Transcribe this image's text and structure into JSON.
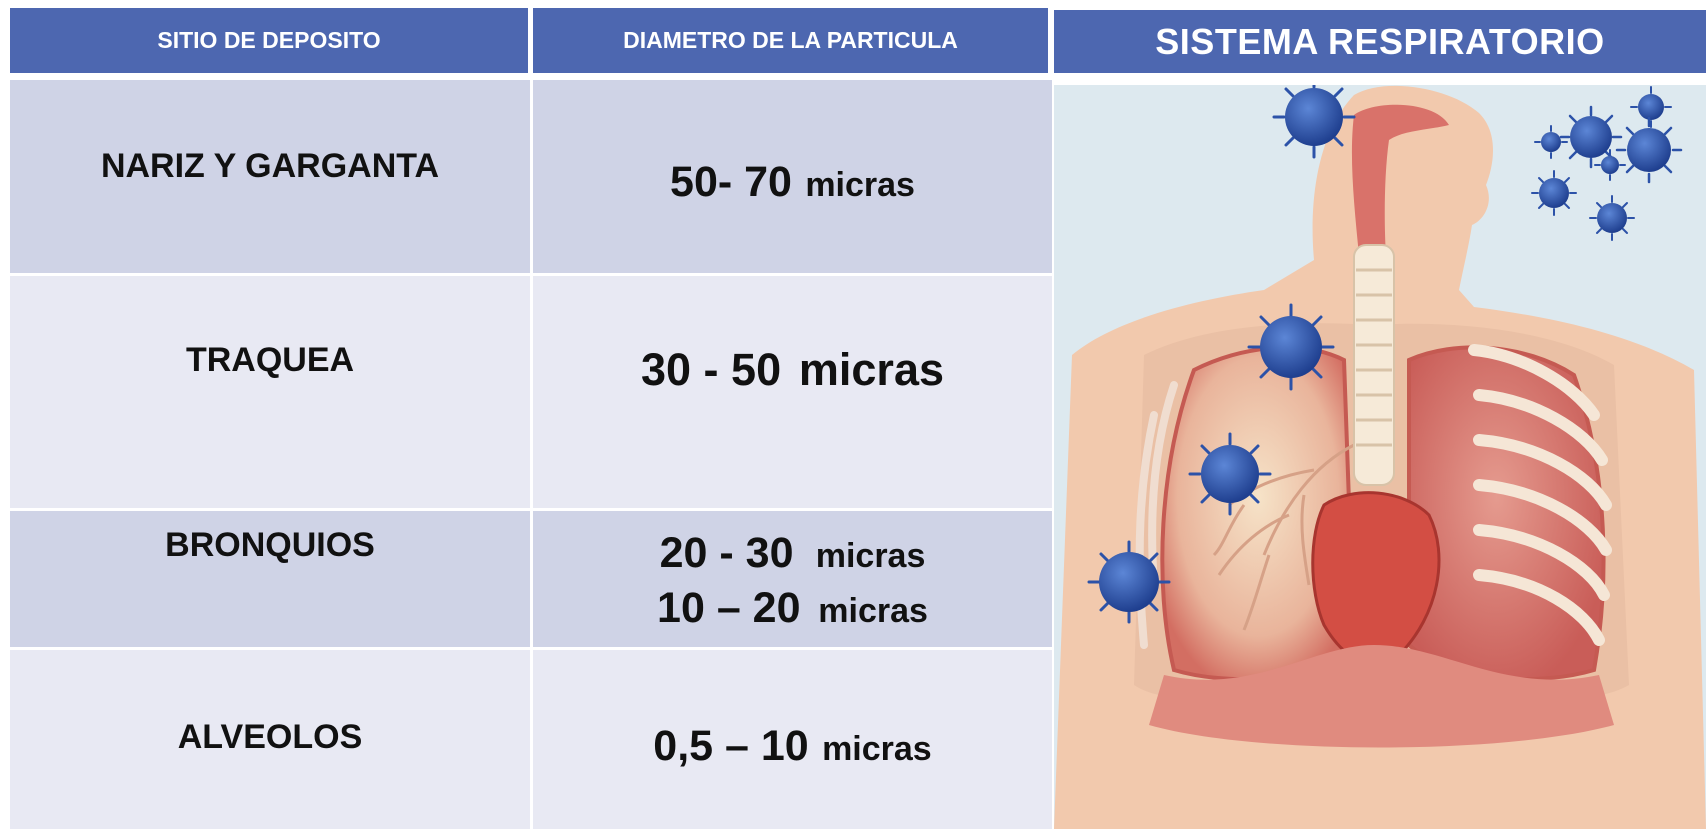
{
  "table": {
    "headers": {
      "site": "SITIO DE DEPOSITO",
      "diameter": "DIAMETRO DE LA PARTICULA"
    },
    "rows": [
      {
        "site": "NARIZ Y GARGANTA",
        "values": [
          {
            "number": "50- 70",
            "unit": "micras"
          }
        ]
      },
      {
        "site": "TRAQUEA",
        "values": [
          {
            "number": "30 - 50",
            "unit": "micras"
          }
        ]
      },
      {
        "site": "BRONQUIOS",
        "values": [
          {
            "number": "20 - 30",
            "unit": "micras"
          },
          {
            "number": "10 – 20",
            "unit": "micras"
          }
        ]
      },
      {
        "site": "ALVEOLOS",
        "values": [
          {
            "number": "0,5 – 10",
            "unit": "micras"
          }
        ]
      }
    ]
  },
  "illustration": {
    "title": "SISTEMA RESPIRATORIO",
    "colors": {
      "header": "#4d67b0",
      "skin": "#f2c9ad",
      "lung": "#d9726a",
      "heart": "#d34e44",
      "virus": "#2c52a8"
    }
  }
}
